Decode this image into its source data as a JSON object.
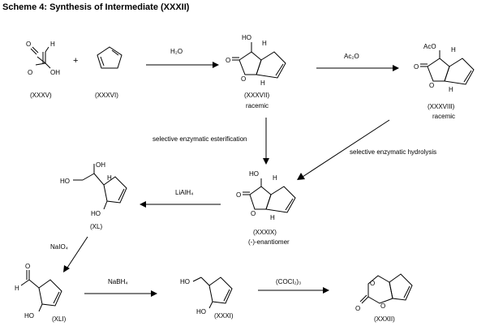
{
  "title": "Scheme 4: Synthesis of Intermediate (XXXII)",
  "compounds": {
    "xxxv": {
      "label": "(XXXV)"
    },
    "xxxvi": {
      "label": "(XXXVI)"
    },
    "xxxvii": {
      "label": "(XXXVII)",
      "note": "racemic"
    },
    "xxxviii": {
      "label": "(XXXVIII)",
      "note": "racemic"
    },
    "xxxix": {
      "label": "(XXXIX)",
      "note": "(-)-enantiomer"
    },
    "xl": {
      "label": "(XL)"
    },
    "xli": {
      "label": "(XLI)"
    },
    "xxxi": {
      "label": "(XXXI)"
    },
    "xxxii": {
      "label": "(XXXII)"
    }
  },
  "reagents": {
    "r1": "H₂O",
    "r2": "Ac₂O",
    "r3": "selective enzymatic esterification",
    "r4": "selective enzymatic hydrolysis",
    "r5": "LiAlH₄",
    "r6": "NaIO₄",
    "r7": "NaBH₄",
    "r8": "(COCl₂)₃"
  },
  "atoms": {
    "plus": "+",
    "O": "O",
    "H": "H",
    "OH": "OH",
    "HO": "HO",
    "AcO": "AcO"
  }
}
